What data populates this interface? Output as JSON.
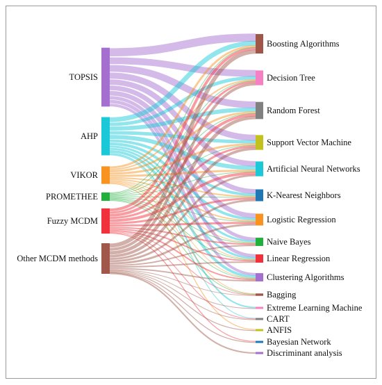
{
  "chart_data": {
    "type": "sankey",
    "sources": [
      {
        "name": "TOPSIS",
        "color": "#a56fd0"
      },
      {
        "name": "AHP",
        "color": "#1ac8d8"
      },
      {
        "name": "VIKOR",
        "color": "#f7931e"
      },
      {
        "name": "PROMETHEE",
        "color": "#22b03c"
      },
      {
        "name": "Fuzzy MCDM",
        "color": "#f0313b"
      },
      {
        "name": "Other MCDM methods",
        "color": "#a0574a"
      }
    ],
    "targets": [
      {
        "name": "Boosting Algorithms",
        "color": "#a0574a"
      },
      {
        "name": "Decision Tree",
        "color": "#f77fc4"
      },
      {
        "name": "Random Forest",
        "color": "#808080"
      },
      {
        "name": "Support Vector Machine",
        "color": "#c2c11d"
      },
      {
        "name": "Artificial Neural Networks",
        "color": "#1ac8d8"
      },
      {
        "name": "K-Nearest Neighbors",
        "color": "#1f77b4"
      },
      {
        "name": "Logistic Regression",
        "color": "#f7931e"
      },
      {
        "name": "Naive Bayes",
        "color": "#22b03c"
      },
      {
        "name": "Linear Regression",
        "color": "#f0313b"
      },
      {
        "name": "Clustering Algorithms",
        "color": "#a56fd0"
      },
      {
        "name": "Bagging",
        "color": "#a0574a"
      },
      {
        "name": "Extreme Learning Machine",
        "color": "#f77fc4"
      },
      {
        "name": "CART",
        "color": "#808080"
      },
      {
        "name": "ANFIS",
        "color": "#c2c11d"
      },
      {
        "name": "Bayesian Network",
        "color": "#1f77b4"
      },
      {
        "name": "Discriminant analysis",
        "color": "#a56fd0"
      }
    ],
    "flows": [
      [
        12,
        10,
        10,
        9,
        8,
        7,
        7,
        5,
        5,
        4,
        0,
        0,
        0,
        0,
        0,
        0
      ],
      [
        7,
        5,
        6,
        5,
        6,
        4,
        4,
        3,
        3,
        4,
        0,
        2,
        1,
        0,
        0,
        0
      ],
      [
        3,
        2,
        3,
        3,
        3,
        2,
        2,
        1,
        1,
        1,
        1,
        0,
        0,
        1,
        0,
        0
      ],
      [
        1,
        1,
        1,
        1,
        1,
        1,
        1,
        1,
        1,
        1,
        1,
        0,
        0,
        0,
        0,
        0
      ],
      [
        4,
        3,
        4,
        3,
        4,
        3,
        3,
        2,
        2,
        2,
        1,
        0,
        1,
        0,
        1,
        0
      ],
      [
        6,
        4,
        5,
        4,
        3,
        3,
        3,
        2,
        2,
        2,
        1,
        1,
        1,
        1,
        1,
        1
      ]
    ]
  }
}
